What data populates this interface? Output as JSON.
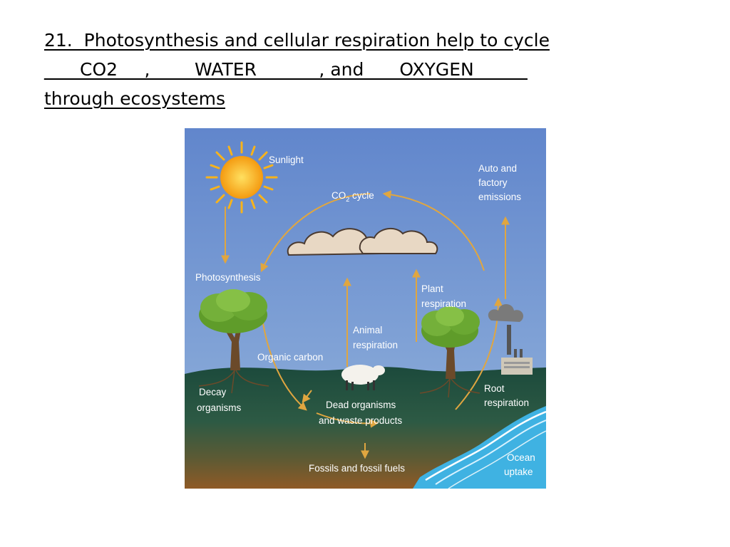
{
  "question": {
    "line1": "21.  Photosynthesis and cellular respiration help to cycle",
    "line2": "____CO2___,_____WATER_______, and____OXYGEN______",
    "line3": "through ecosystems"
  },
  "diagram": {
    "labels": {
      "sunlight": "Sunlight",
      "co2_cycle": "CO",
      "co2_sub": "2",
      "co2_cycle_suffix": " cycle",
      "auto_1": "Auto  and",
      "auto_2": "factory",
      "auto_3": "emissions",
      "photosynthesis": "Photosynthesis",
      "plant_1": "Plant",
      "plant_2": "respiration",
      "animal_1": "Animal",
      "animal_2": "respiration",
      "organic_carbon": "Organic carbon",
      "decay_1": "Decay",
      "decay_2": "organisms",
      "root_1": "Root",
      "root_2": "respiration",
      "dead_1": "Dead organisms",
      "dead_2": "and  waste  products",
      "fossils": "Fossils  and  fossil fuels",
      "ocean_1": "Ocean",
      "ocean_2": "uptake"
    },
    "colors": {
      "sky_top": "#6a8fcf",
      "sky_bottom": "#8fb0d8",
      "ground_top": "#1f4d3e",
      "ground_bottom": "#8a5a2a",
      "arrow": "#e0a640",
      "sun": "#f7b31c",
      "tree": "#5a9a2a",
      "ocean": "#3ab0e0"
    }
  }
}
